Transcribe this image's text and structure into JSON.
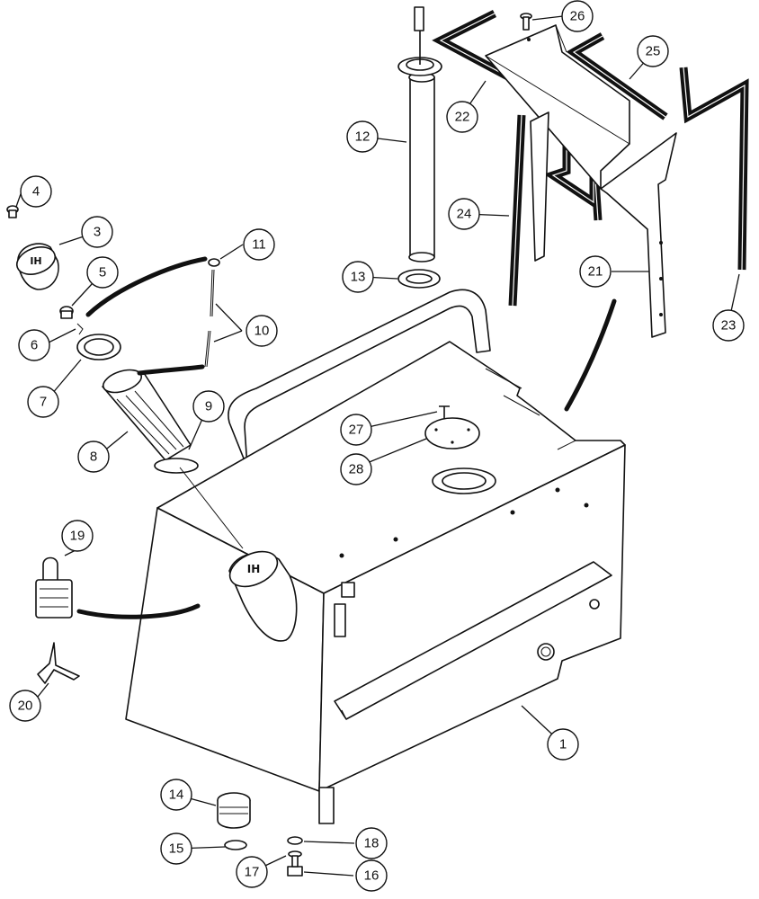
{
  "diagram": {
    "callouts": [
      {
        "id": "c1",
        "label": "1"
      },
      {
        "id": "c3",
        "label": "3"
      },
      {
        "id": "c4",
        "label": "4"
      },
      {
        "id": "c5",
        "label": "5"
      },
      {
        "id": "c6",
        "label": "6"
      },
      {
        "id": "c7",
        "label": "7"
      },
      {
        "id": "c8",
        "label": "8"
      },
      {
        "id": "c9",
        "label": "9"
      },
      {
        "id": "c10",
        "label": "10"
      },
      {
        "id": "c11",
        "label": "11"
      },
      {
        "id": "c12",
        "label": "12"
      },
      {
        "id": "c13",
        "label": "13"
      },
      {
        "id": "c14",
        "label": "14"
      },
      {
        "id": "c15",
        "label": "15"
      },
      {
        "id": "c16",
        "label": "16"
      },
      {
        "id": "c17",
        "label": "17"
      },
      {
        "id": "c18",
        "label": "18"
      },
      {
        "id": "c19",
        "label": "19"
      },
      {
        "id": "c20",
        "label": "20"
      },
      {
        "id": "c21",
        "label": "21"
      },
      {
        "id": "c22",
        "label": "22"
      },
      {
        "id": "c23",
        "label": "23"
      },
      {
        "id": "c24",
        "label": "24"
      },
      {
        "id": "c25",
        "label": "25"
      },
      {
        "id": "c26",
        "label": "26"
      },
      {
        "id": "c27",
        "label": "27"
      },
      {
        "id": "c28",
        "label": "28"
      }
    ]
  }
}
